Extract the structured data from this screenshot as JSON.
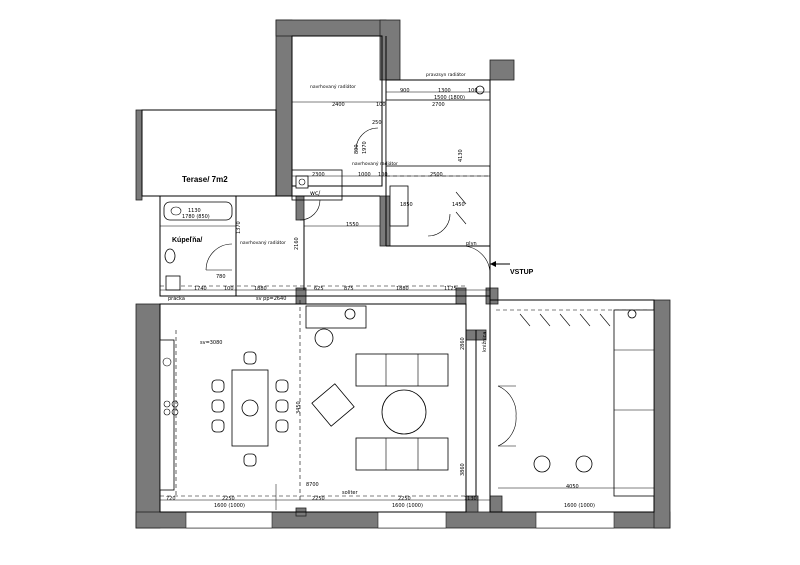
{
  "rooms": {
    "terrace": "Terase/ 7m2",
    "bathroom": "Kúpeľňa/",
    "wc": "wc/",
    "entrance": "VSTUP",
    "kitchen_note": "knižnica"
  },
  "labels": {
    "radiator_top": "navrhovaný radiátor",
    "radiator_mid": "navrhovaný radiátor",
    "radiator_hall": "navrhovaný radiátor",
    "window_note": "pravzsyn radiátor",
    "plyn": "plyn",
    "solitar": "soliter",
    "washer": "práčka",
    "ceiling_1": "sv pp=2640",
    "ceiling_2": "sv=3080"
  },
  "dimensions": {
    "d2400": "2400",
    "d100a": "100",
    "d900": "900",
    "d1300": "1300",
    "d100b": "100",
    "d1500_1800": "1500 (1800)",
    "d2700": "2700",
    "d2300": "2300",
    "d1000": "1000",
    "d100c": "100",
    "d2500": "2500",
    "d1130": "1130",
    "d1780": "1780 (850)",
    "d1550": "1550",
    "d1850": "1850",
    "d1450": "1450",
    "d1880a": "1880",
    "d625": "625",
    "d875": "875",
    "d1880b": "1880",
    "d1125": "1125",
    "d780": "780",
    "d1740": "1740",
    "d100d": "100",
    "d8700": "8700",
    "d720": "720",
    "d2250a": "2250",
    "d2250b": "2250",
    "d2250c": "2250",
    "d1130b": "1130",
    "d1600a": "1600 (1000)",
    "d1600b": "1600 (1000)",
    "d1600c": "1600 (1000)",
    "d4050": "4050",
    "d3450": "3450",
    "d2860": "2860",
    "d3860": "3860",
    "d1370": "1370",
    "d2160": "2160",
    "d1970": "1970",
    "d800": "800",
    "d4130": "4130",
    "d250": "250"
  }
}
